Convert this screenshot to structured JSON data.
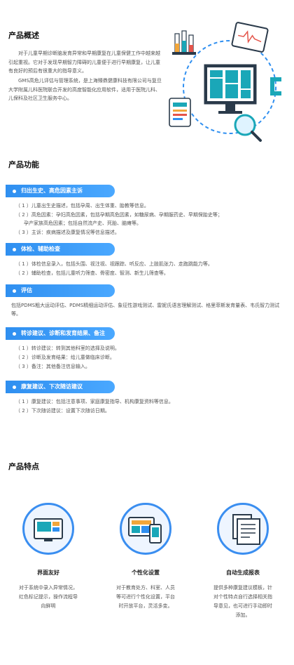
{
  "overview": {
    "title": "产品概述",
    "p1": "对于儿童早期诊断脑发育异常和早期康复在儿童保健工作中越来越引起重视。它对于发现早期智力障碍的儿童便于进行早期康复，让儿童有良好的预后有很重大的指导意义。",
    "p2": "GMS高危儿评估与管理系统，是上海臻鼎健康科技有限公司与复旦大学附属儿科医院联合开发的高度智能化应用软件，适用于医院儿科、儿保科及社区卫生服务中心。"
  },
  "features": {
    "title": "产品功能",
    "sections": [
      {
        "label": "归出生史、高危因素主诉",
        "items": [
          "（ 1 ）儿童出生史描述，包括孕周、出生体重、胎教等信息。",
          "（ 2 ）高危因素：孕妇高危因素，包括孕期高危因素，如糖尿病、孕期服药史、早期保胎史等；",
          "孕产家族高危因素；包括自然流产史、死胎、脑瘫等。",
          "（ 3 ）主诉：疾病描述及康复情况等信息描述。"
        ]
      },
      {
        "label": "体检、辅助检查",
        "items": [
          "（ 1 ）体检信息录入，包括头围、视注视、视跟踪、听反应、上肢肌张力、走跑跳能力等。",
          "（ 2 ）辅助检查，包括儿童听力筛查、骨密度、智测、新生儿筛查等。"
        ]
      },
      {
        "label": "评估",
        "items": [
          "包括PDMS粗大运动评估、PDMS精细运动评估、象征性游戏测试、雷妮氏语言理解测试、格里菲斯发育量表、韦氏智力测试等。"
        ]
      },
      {
        "label": "转诊建议、诊断和发育结果、备注",
        "items": [
          "（ 1 ）转诊建议：转到其他科室的选择及说明。",
          "（ 2 ）诊断及发育结果：给儿童做临床诊断。",
          "（ 3 ）备注：其他备注信息输入。"
        ]
      },
      {
        "label": "康复建议、下次随访建议",
        "items": [
          "（ 1 ）康复建议：包括注意事项、家庭康复指导、机构康复资料等信息。",
          "（ 2 ）下次随访建议：设置下次随访日期。"
        ]
      }
    ]
  },
  "characteristics": {
    "title": "产品特点",
    "cards": [
      {
        "title": "界面友好",
        "desc": "对于系统中录入异常情况，红色标记提示，操作流程导向鲜明"
      },
      {
        "title": "个性化设置",
        "desc": "对于教育处方、科室、人员等可进行个性化设置，平台时开放平台，灵活多变。"
      },
      {
        "title": "自动生成报表",
        "desc": "提供多种康复建议模板，针对个性特点自行选择相关指导意见，也可进行手动即时添加。"
      }
    ]
  },
  "colors": {
    "accent": "#3a8ef0",
    "teal": "#1aa7b8"
  }
}
